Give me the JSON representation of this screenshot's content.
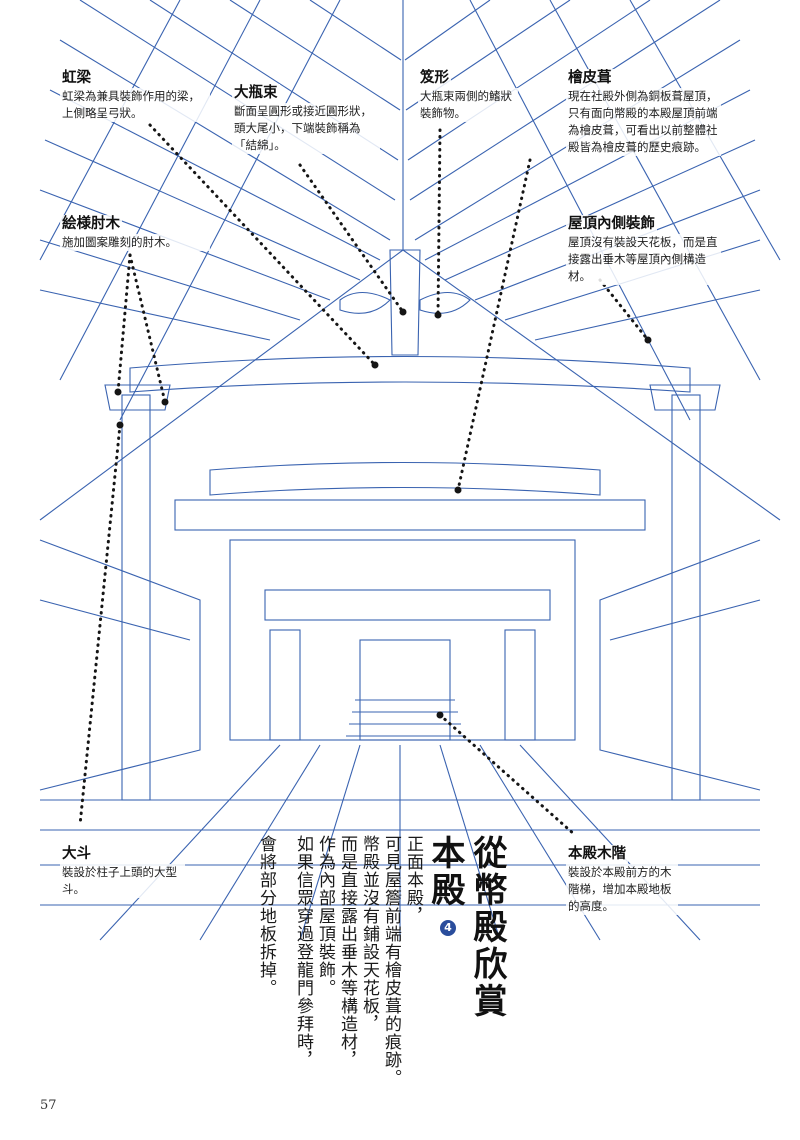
{
  "colors": {
    "line_art": "#3a63b0",
    "leader": "#151515",
    "badge": "#2a4d9c"
  },
  "callouts": {
    "koryo": {
      "title": "虹梁",
      "desc": "虹梁為兼具裝飾作用的梁，上側略呈弓狀。"
    },
    "taiheizuka": {
      "title": "大瓶束",
      "desc": "斷面呈圓形或接近圓形狀，頭大尾小，下端裝飾稱為「結綿」。"
    },
    "sagari": {
      "title": "笈形",
      "desc": "大瓶束兩側的鰭狀裝飾物。"
    },
    "hiwada": {
      "title": "檜皮葺",
      "desc": "現在社殿外側為銅板葺屋頂，只有面向幣殿的本殿屋頂前端為檜皮葺，可看出以前整體社殿皆為檜皮葺的歷史痕跡。"
    },
    "emoyo": {
      "title": "絵様肘木",
      "desc": "施加圖案雕刻的肘木。"
    },
    "roof_inner": {
      "title": "屋頂內側裝飾",
      "desc": "屋頂沒有裝設天花板，而是直接露出垂木等屋頂內側構造材。"
    },
    "daito": {
      "title": "大斗",
      "desc": "裝設於柱子上頭的大型斗。"
    },
    "stairs": {
      "title": "本殿木階",
      "desc": "裝設於本殿前方的木階梯，增加本殿地板的高度。"
    }
  },
  "heading": {
    "main": "從幣殿欣賞",
    "sub": "本殿",
    "badge": "4"
  },
  "body_columns": [
    "正面本殿，",
    "可見屋簷前端有檜皮葺的痕跡。",
    "幣殿並沒有鋪設天花板，",
    "而是直接露出垂木等構造材，",
    "作為內部屋頂裝飾。",
    "如果信眾穿過登龍門參拜時，",
    "會將部分地板拆掉。"
  ],
  "page_number": "57"
}
